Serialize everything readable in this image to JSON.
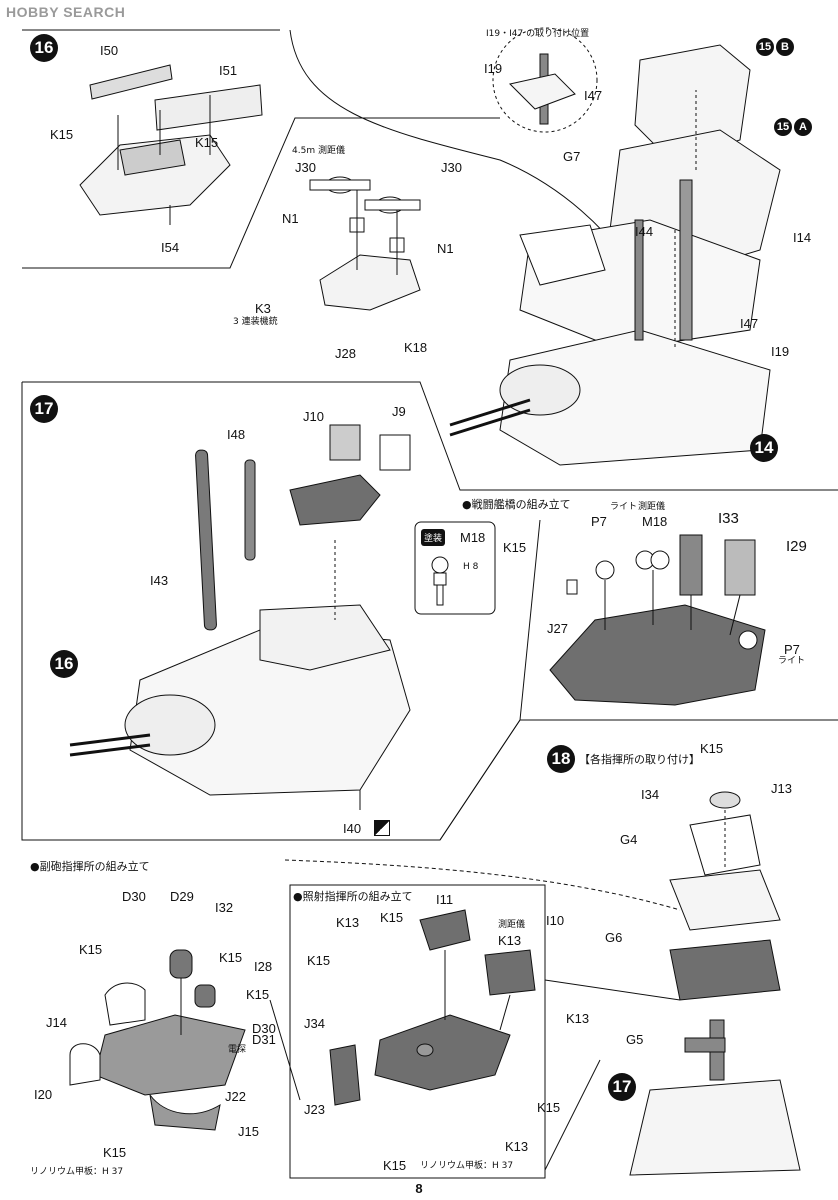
{
  "watermark": {
    "text": "HOBBY SEARCH"
  },
  "page_number": "8",
  "steps": {
    "s14": "14",
    "s15": "15",
    "s15a": "A",
    "s15b": "B",
    "s16": "16",
    "s16b": "16",
    "s17": "17",
    "s17b": "17",
    "s18": "18"
  },
  "headings": {
    "bridge": "●戦闘艦橋の組み立て",
    "director_mount": "【各指揮所の取り付け】",
    "secondary": "●副砲指揮所の組み立て",
    "searchlight": "●照射指揮所の組み立て",
    "detail_inset": "I19・I47 の取り付け位置"
  },
  "notes": {
    "rangefinder_45": "4.5m 測距儀",
    "triple_mg": "3 連装機銃",
    "light1": "ライト",
    "light2": "ライト",
    "rangefinder1": "測距儀",
    "rangefinder2": "測距儀",
    "radar": "電探",
    "paint": "塗装",
    "paint_code": "H 8",
    "linoleum1": "リノリウム甲板：H 37",
    "linoleum2": "リノリウム甲板：H 37"
  },
  "parts": {
    "I50": "I50",
    "I51": "I51",
    "K15a": "K15",
    "K15b": "K15",
    "I54": "I54",
    "J30a": "J30",
    "J30b": "J30",
    "N1a": "N1",
    "N1b": "N1",
    "K3": "K3",
    "J28": "J28",
    "K18": "K18",
    "I19a": "I19",
    "I47a": "I47",
    "G7": "G7",
    "I44": "I44",
    "I14": "I14",
    "I47b": "I47",
    "I19b": "I19",
    "J10": "J10",
    "J9": "J9",
    "I48": "I48",
    "I43": "I43",
    "I40": "I40",
    "M18a": "M18",
    "K15c": "K15",
    "P7a": "P7",
    "M18b": "M18",
    "I33": "I33",
    "I29": "I29",
    "J27": "J27",
    "P7b": "P7",
    "K15d": "K15",
    "J13": "J13",
    "I34": "I34",
    "G4": "G4",
    "G6": "G6",
    "G5": "G5",
    "D30a": "D30",
    "D29": "D29",
    "I32": "I32",
    "K15e": "K15",
    "K15f": "K15",
    "I28": "I28",
    "K15g": "K15",
    "J14": "J14",
    "D30b": "D30",
    "D31": "D31",
    "I20": "I20",
    "J22": "J22",
    "K15h": "K15",
    "J15": "J15",
    "I11": "I11",
    "K13a": "K13",
    "K15i": "K15",
    "K13b": "K13",
    "I10": "I10",
    "K15j": "K15",
    "J34": "J34",
    "K13c": "K13",
    "J23": "J23",
    "K15k": "K15",
    "K13d": "K13",
    "K15l": "K15"
  },
  "colors": {
    "ink": "#111111",
    "part_gray": "#6f6f6f",
    "light_gray": "#b9b9b9"
  }
}
